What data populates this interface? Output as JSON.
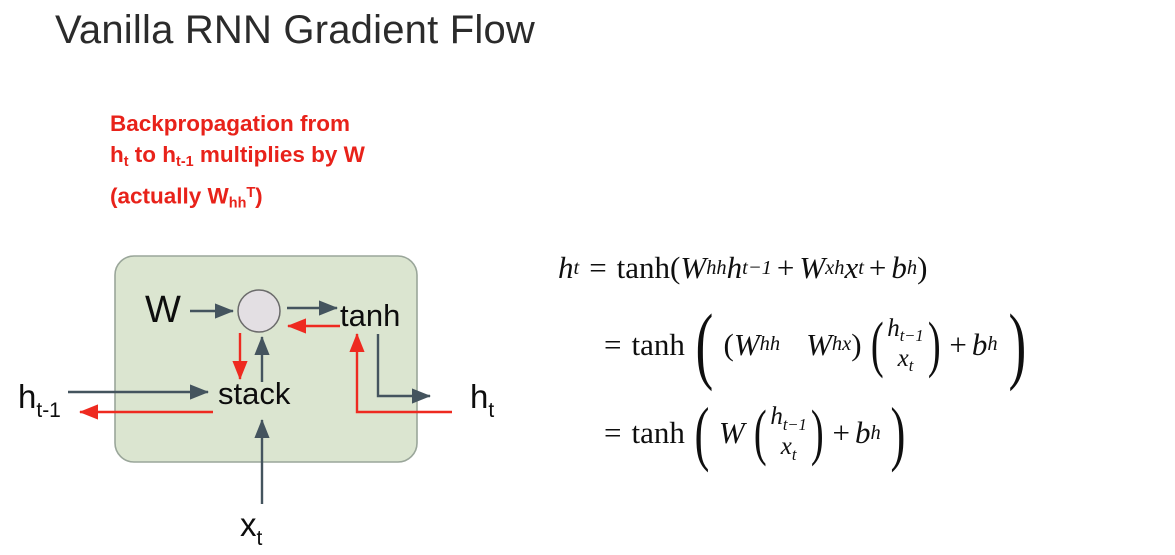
{
  "slide": {
    "title": "Vanilla RNN Gradient Flow",
    "background_color": "#ffffff",
    "title_color": "#2b2b2b"
  },
  "annotation": {
    "color": "#e8221a",
    "line1": "Backpropagation from",
    "line2_a": "h",
    "line2_sub_a": "t",
    "line2_b": " to h",
    "line2_sub_b": "t-1",
    "line2_c": " multiplies by W",
    "line3_a": "(actually W",
    "line3_sub": "hh",
    "line3_sup": "T",
    "line3_b": ")",
    "full_text": "Backpropagation from ht to ht-1 multiplies by W (actually Whh^T)"
  },
  "diagram": {
    "box_fill": "#dbe5d0",
    "box_stroke": "#9aa69a",
    "circle_fill": "#e3dfe3",
    "circle_stroke": "#6b6b6b",
    "forward_color": "#44545e",
    "backward_color": "#ee2a20",
    "labels": {
      "weight": "W",
      "activation": "tanh",
      "stack": "stack",
      "h_prev_base": "h",
      "h_prev_sub": "t-1",
      "h_out_base": "h",
      "h_out_sub": "t",
      "input_base": "x",
      "input_sub": "t"
    }
  },
  "equations": {
    "line1": {
      "lhs_var": "h",
      "lhs_sub": "t",
      "eq": "=",
      "fn": "tanh",
      "open": "(",
      "w1": "W",
      "w1_sub": "hh",
      "h1": "h",
      "h1_sub": "t−1",
      "plus1": "+",
      "w2": "W",
      "w2_sub": "xh",
      "x1": "x",
      "x1_sub": "t",
      "plus2": "+",
      "b": "b",
      "b_sub": "h",
      "close": ")",
      "plain": "h_t = tanh(W_hh h_{t-1} + W_xh x_t + b_h)"
    },
    "line2": {
      "eq": "=",
      "fn": "tanh",
      "open_big": "(",
      "open_small": "(",
      "w1": "W",
      "w1_sub": "hh",
      "w2": "W",
      "w2_sub": "hx",
      "close_small": ")",
      "vec_top": "h",
      "vec_top_sub": "t−1",
      "vec_bot": "x",
      "vec_bot_sub": "t",
      "plus": "+",
      "b": "b",
      "b_sub": "h",
      "close_big": ")",
      "plain": "= tanh( (W_hh  W_hx) (h_{t-1}; x_t) + b_h )"
    },
    "line3": {
      "eq": "=",
      "fn": "tanh",
      "open_big": "(",
      "w": "W",
      "vec_top": "h",
      "vec_top_sub": "t−1",
      "vec_bot": "x",
      "vec_bot_sub": "t",
      "plus": "+",
      "b": "b",
      "b_sub": "h",
      "close_big": ")",
      "plain": "= tanh( W (h_{t-1}; x_t) + b_h )"
    }
  }
}
